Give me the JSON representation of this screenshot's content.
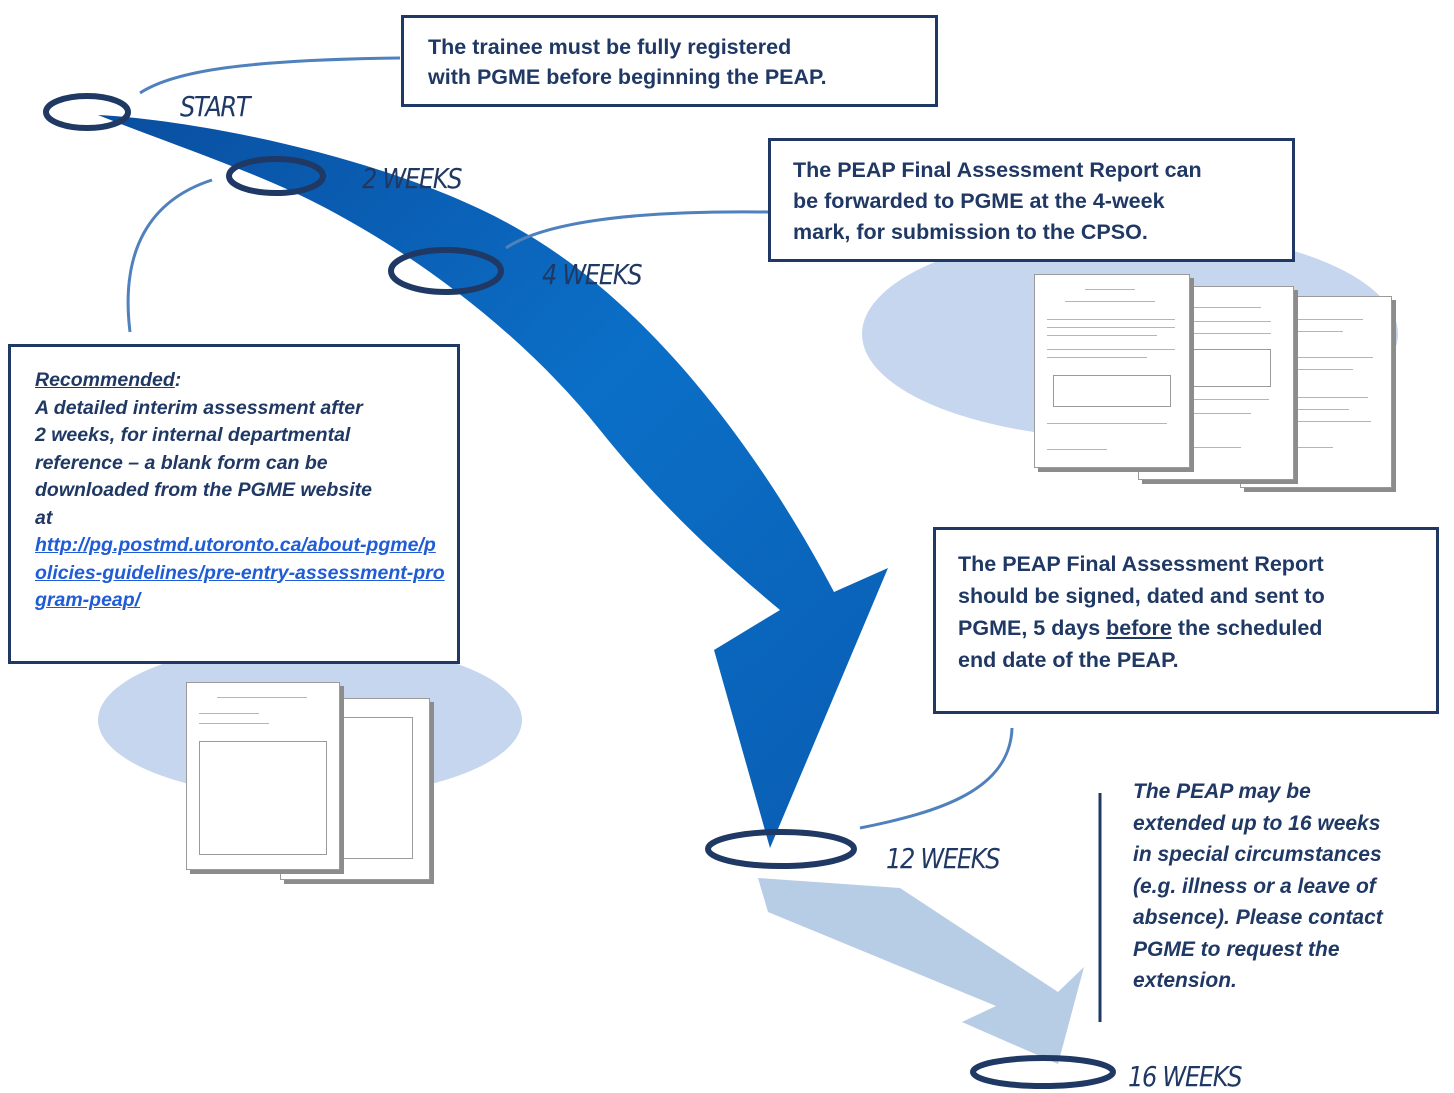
{
  "milestones": {
    "start": "START",
    "week2": "2 WEEKS",
    "week4": "4 WEEKS",
    "week12": "12 WEEKS",
    "week16": "16 WEEKS"
  },
  "notes": {
    "start_note": {
      "line1": "The trainee must be fully registered",
      "line2": "with PGME before beginning the PEAP."
    },
    "week4_note": {
      "line1": "The PEAP Final Assessment Report can",
      "line2": "be forwarded to PGME at the 4-week",
      "line3": "mark, for submission to the CPSO."
    },
    "recommended": {
      "heading": "Recommended",
      "heading_suffix": ":",
      "line1": "A detailed interim assessment after",
      "line2": "2 weeks, for internal departmental",
      "line3": "reference – a blank form can be",
      "line4": "downloaded from the PGME website",
      "line5": "at",
      "link": "http://pg.postmd.utoronto.ca/about-pgme/policies-guidelines/pre-entry-assessment-program-peap/"
    },
    "final_note": {
      "line1": "The PEAP Final Assessment Report",
      "line2": "should be signed, dated and sent to",
      "line3_pre": "PGME, 5 days ",
      "line3_underlined": "before",
      "line3_post": " the scheduled",
      "line4": "end date of the PEAP."
    },
    "extension_note": {
      "line1": "The PEAP may be",
      "line2": "extended up to 16 weeks",
      "line3": "in special circumstances",
      "line4": "(e.g. illness or a leave of",
      "line5": "absence). Please contact",
      "line6": "PGME to request the",
      "line7": "extension."
    }
  },
  "colors": {
    "navy": "#1f3864",
    "main_arrow": "#0a6bc2",
    "extension_arrow": "#b7cce5",
    "blob": "#c5d6ee",
    "connector": "#4f81bd",
    "link": "#1f5cd6"
  }
}
